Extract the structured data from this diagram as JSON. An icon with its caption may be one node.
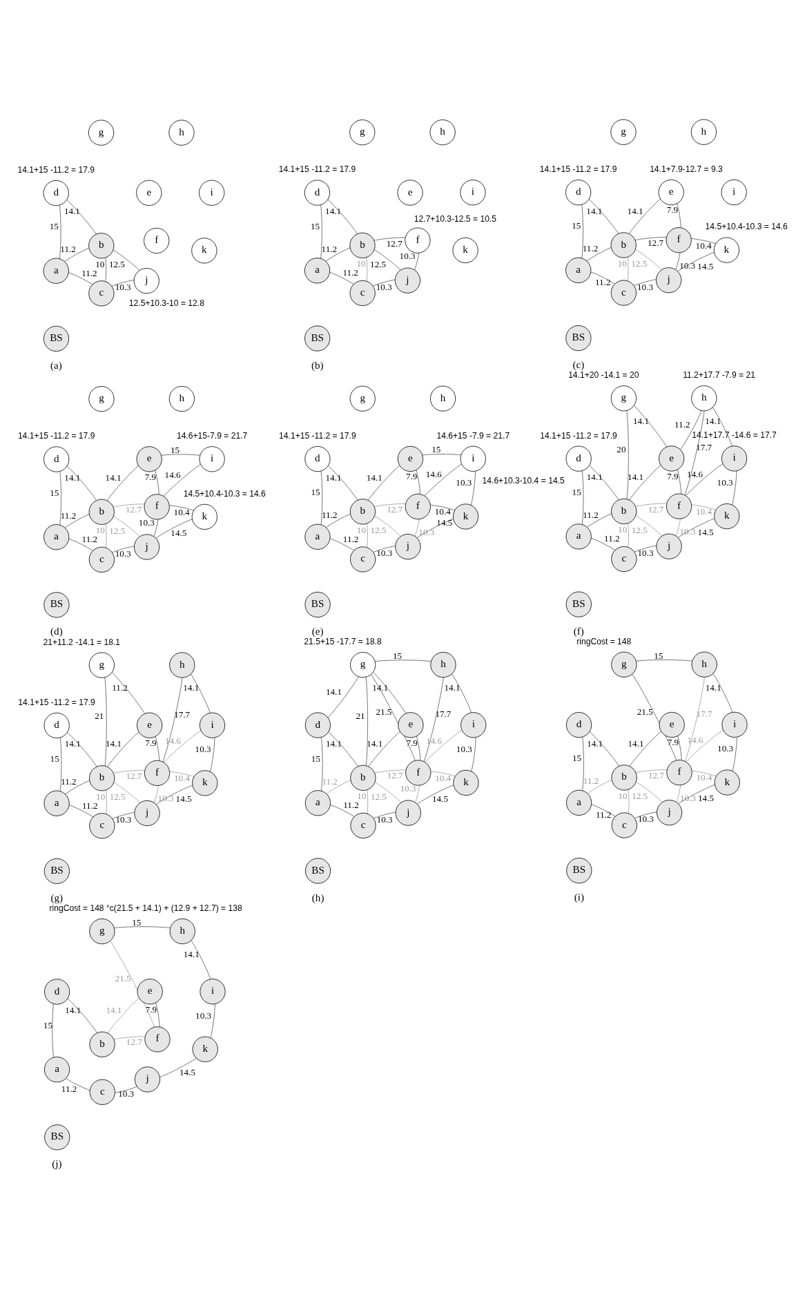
{
  "diagram": {
    "nodes": [
      {
        "text": [
          "g"
        ]
      },
      {
        "text": [
          "h"
        ]
      },
      {
        "text": [
          "d"
        ],
        "beside": [
          "14.1+15 -11.2 = 17.9"
        ]
      },
      {
        "text": [
          "e"
        ]
      },
      {
        "text": [
          "i"
        ]
      },
      {
        "text": [
          "b"
        ]
      },
      {
        "text": [
          "f"
        ]
      },
      {
        "text": [
          "k"
        ]
      },
      {
        "text": [
          "a"
        ]
      },
      {
        "text": [
          "j"
        ],
        "beside": [
          "12.5+10.3-10 = 12.8"
        ]
      },
      {
        "text": [
          "c"
        ]
      },
      {
        "text": [
          "BS"
        ]
      },
      {
        "text": [
          "g"
        ]
      },
      {
        "text": [
          "h"
        ]
      },
      {
        "text": [
          "d"
        ],
        "beside": [
          "14.1+15 -11.2 = 17.9"
        ]
      },
      {
        "text": [
          "e"
        ]
      },
      {
        "text": [
          "i"
        ]
      },
      {
        "text": [
          "b"
        ]
      },
      {
        "text": [
          "f"
        ],
        "beside": [
          "12.7+10.3-12.5 = 10.5"
        ]
      },
      {
        "text": [
          "k"
        ]
      },
      {
        "text": [
          "a"
        ]
      },
      {
        "text": [
          "j"
        ]
      },
      {
        "text": [
          "c"
        ]
      },
      {
        "text": [
          "BS"
        ]
      },
      {
        "text": [
          "g"
        ]
      },
      {
        "text": [
          "h"
        ]
      },
      {
        "text": [
          "d"
        ],
        "beside": [
          "14.1+15 -11.2 = 17.9"
        ]
      },
      {
        "text": [
          "e"
        ],
        "beside": [
          "14.1+7.9-12.7 = 9.3"
        ]
      },
      {
        "text": [
          "i"
        ]
      },
      {
        "text": [
          "b"
        ]
      },
      {
        "text": [
          "f"
        ]
      },
      {
        "text": [
          "k"
        ],
        "beside": [
          "14.5+10.4-10.3 = 14.6"
        ]
      },
      {
        "text": [
          "a"
        ]
      },
      {
        "text": [
          "j"
        ]
      },
      {
        "text": [
          "c"
        ]
      },
      {
        "text": [
          "BS"
        ]
      },
      {
        "text": [
          "g"
        ]
      },
      {
        "text": [
          "h"
        ]
      },
      {
        "text": [
          "d"
        ],
        "beside": [
          "14.1+15 -11.2 = 17.9"
        ]
      },
      {
        "text": [
          "e"
        ]
      },
      {
        "text": [
          "i"
        ],
        "beside": [
          "14.6+15-7.9 = 21.7"
        ]
      },
      {
        "text": [
          "b"
        ]
      },
      {
        "text": [
          "f"
        ]
      },
      {
        "text": [
          "k"
        ],
        "beside": [
          "14.5+10.4-10.3 = 14.6"
        ]
      },
      {
        "text": [
          "a"
        ]
      },
      {
        "text": [
          "j"
        ]
      },
      {
        "text": [
          "c"
        ]
      },
      {
        "text": [
          "BS"
        ]
      },
      {
        "text": [
          "g"
        ]
      },
      {
        "text": [
          "h"
        ]
      },
      {
        "text": [
          "d"
        ],
        "beside": [
          "14.1+15 -11.2 = 17.9"
        ]
      },
      {
        "text": [
          "e"
        ]
      },
      {
        "text": [
          "i"
        ],
        "beside": [
          "14.6+15 -7.9 = 21.7",
          "14.6+10.3-10.4 = 14.5"
        ]
      },
      {
        "text": [
          "b"
        ]
      },
      {
        "text": [
          "f"
        ]
      },
      {
        "text": [
          "k"
        ]
      },
      {
        "text": [
          "a"
        ]
      },
      {
        "text": [
          "j"
        ]
      },
      {
        "text": [
          "c"
        ]
      },
      {
        "text": [
          "BS"
        ]
      },
      {
        "text": [
          "g"
        ],
        "beside": [
          "14.1+20 -14.1 = 20"
        ]
      },
      {
        "text": [
          "h"
        ],
        "beside": [
          "11.2+17.7 -7.9 = 21"
        ]
      },
      {
        "text": [
          "d"
        ],
        "beside": [
          "14.1+15 -11.2 = 17.9"
        ]
      },
      {
        "text": [
          "e"
        ]
      },
      {
        "text": [
          "i"
        ],
        "beside": [
          "14.1+17.7 -14.6 = 17.7"
        ]
      },
      {
        "text": [
          "b"
        ]
      },
      {
        "text": [
          "f"
        ]
      },
      {
        "text": [
          "k"
        ]
      },
      {
        "text": [
          "a"
        ]
      },
      {
        "text": [
          "j"
        ]
      },
      {
        "text": [
          "c"
        ]
      },
      {
        "text": [
          "BS"
        ]
      },
      {
        "text": [
          "g"
        ],
        "beside": [
          "21+11.2 -14.1 = 18.1"
        ]
      },
      {
        "text": [
          "h"
        ]
      },
      {
        "text": [
          "d"
        ],
        "beside": [
          "14.1+15 -11.2 = 17.9"
        ]
      },
      {
        "text": [
          "e"
        ]
      },
      {
        "text": [
          "i"
        ]
      },
      {
        "text": [
          "b"
        ]
      },
      {
        "text": [
          "f"
        ]
      },
      {
        "text": [
          "k"
        ]
      },
      {
        "text": [
          "a"
        ]
      },
      {
        "text": [
          "j"
        ]
      },
      {
        "text": [
          "c"
        ]
      },
      {
        "text": [
          "BS"
        ]
      },
      {
        "text": [
          "g"
        ],
        "beside": [
          "21.5+15 -17.7 = 18.8"
        ]
      },
      {
        "text": [
          "h"
        ]
      },
      {
        "text": [
          "d"
        ]
      },
      {
        "text": [
          "e"
        ]
      },
      {
        "text": [
          "i"
        ]
      },
      {
        "text": [
          "b"
        ]
      },
      {
        "text": [
          "f"
        ]
      },
      {
        "text": [
          "k"
        ]
      },
      {
        "text": [
          "a"
        ]
      },
      {
        "text": [
          "j"
        ]
      },
      {
        "text": [
          "c"
        ]
      },
      {
        "text": [
          "BS"
        ]
      },
      {
        "text": [
          "g"
        ],
        "beside": [
          "ringCost = 148"
        ]
      },
      {
        "text": [
          "h"
        ]
      },
      {
        "text": [
          "d"
        ]
      },
      {
        "text": [
          "e"
        ]
      },
      {
        "text": [
          "i"
        ]
      },
      {
        "text": [
          "b"
        ]
      },
      {
        "text": [
          "f"
        ]
      },
      {
        "text": [
          "k"
        ]
      },
      {
        "text": [
          "a"
        ]
      },
      {
        "text": [
          "j"
        ]
      },
      {
        "text": [
          "c"
        ]
      },
      {
        "text": [
          "BS"
        ]
      },
      {
        "text": [
          "g"
        ],
        "beside": [
          "ringCost = 148 °c(21.5 + 14.1) + (12.9 + 12.7) = 138"
        ]
      },
      {
        "text": [
          "h"
        ]
      },
      {
        "text": [
          "d"
        ]
      },
      {
        "text": [
          "e"
        ]
      },
      {
        "text": [
          "i"
        ]
      },
      {
        "text": [
          "b"
        ]
      },
      {
        "text": [
          "f"
        ]
      },
      {
        "text": [
          "k"
        ]
      },
      {
        "text": [
          "a"
        ]
      },
      {
        "text": [
          "j"
        ]
      },
      {
        "text": [
          "c"
        ]
      },
      {
        "text": [
          "BS"
        ]
      }
    ],
    "edges": [
      {
        "from": 2,
        "to": 8,
        "arrow": "none",
        "label": "15"
      },
      {
        "from": 2,
        "to": 5,
        "arrow": "none",
        "label": "14.1"
      },
      {
        "from": 8,
        "to": 5,
        "arrow": "none",
        "label": "11.2"
      },
      {
        "from": 8,
        "to": 10,
        "arrow": "none",
        "label": "11.2"
      },
      {
        "from": 5,
        "to": 10,
        "arrow": "none",
        "label": "10"
      },
      {
        "from": 5,
        "to": 9,
        "arrow": "none",
        "label": "12.5"
      },
      {
        "from": 10,
        "to": 9,
        "arrow": "none",
        "label": "10.3"
      },
      {
        "from": 14,
        "to": 20,
        "arrow": "none",
        "label": "15"
      },
      {
        "from": 14,
        "to": 17,
        "arrow": "none",
        "label": "14.1"
      },
      {
        "from": 20,
        "to": 17,
        "arrow": "none",
        "label": "11.2"
      },
      {
        "from": 20,
        "to": 22,
        "arrow": "none",
        "label": "11.2"
      },
      {
        "from": 17,
        "to": 22,
        "arrow": "none",
        "label": "10",
        "color": "#999999"
      },
      {
        "from": 17,
        "to": 21,
        "arrow": "none",
        "label": "12.5"
      },
      {
        "from": 22,
        "to": 21,
        "arrow": "none",
        "label": "10.3"
      },
      {
        "from": 17,
        "to": 18,
        "arrow": "none",
        "label": "12.7"
      },
      {
        "from": 18,
        "to": 21,
        "arrow": "none",
        "label": "10.3"
      },
      {
        "from": 26,
        "to": 32,
        "arrow": "none",
        "label": "15"
      },
      {
        "from": 26,
        "to": 29,
        "arrow": "none",
        "label": "14.1"
      },
      {
        "from": 32,
        "to": 29,
        "arrow": "none",
        "label": "11.2"
      },
      {
        "from": 32,
        "to": 34,
        "arrow": "none",
        "label": "11.2"
      },
      {
        "from": 29,
        "to": 34,
        "arrow": "none",
        "label": "10",
        "color": "#999999"
      },
      {
        "from": 29,
        "to": 33,
        "arrow": "none",
        "label": "12.5",
        "color": "#999999"
      },
      {
        "from": 34,
        "to": 33,
        "arrow": "none",
        "label": "10.3"
      },
      {
        "from": 29,
        "to": 30,
        "arrow": "none",
        "label": "12.7"
      },
      {
        "from": 30,
        "to": 33,
        "arrow": "none",
        "label": "10.3"
      },
      {
        "from": 29,
        "to": 27,
        "arrow": "none",
        "label": "14.1"
      },
      {
        "from": 27,
        "to": 30,
        "arrow": "none",
        "label": "7.9"
      },
      {
        "from": 30,
        "to": 31,
        "arrow": "none",
        "label": "10.4"
      },
      {
        "from": 33,
        "to": 31,
        "arrow": "none",
        "label": "14.5"
      },
      {
        "from": 38,
        "to": 44,
        "arrow": "none",
        "label": "15"
      },
      {
        "from": 38,
        "to": 41,
        "arrow": "none",
        "label": "14.1"
      },
      {
        "from": 44,
        "to": 41,
        "arrow": "none",
        "label": "11.2"
      },
      {
        "from": 44,
        "to": 46,
        "arrow": "none",
        "label": "11.2"
      },
      {
        "from": 41,
        "to": 46,
        "arrow": "none",
        "label": "10",
        "color": "#999999"
      },
      {
        "from": 41,
        "to": 45,
        "arrow": "none",
        "label": "12.5",
        "color": "#999999"
      },
      {
        "from": 46,
        "to": 45,
        "arrow": "none",
        "label": "10.3"
      },
      {
        "from": 41,
        "to": 42,
        "arrow": "none",
        "label": "12.7",
        "color": "#999999"
      },
      {
        "from": 42,
        "to": 45,
        "arrow": "none",
        "label": "10.3"
      },
      {
        "from": 41,
        "to": 39,
        "arrow": "none",
        "label": "14.1"
      },
      {
        "from": 39,
        "to": 42,
        "arrow": "none",
        "label": "7.9"
      },
      {
        "from": 42,
        "to": 43,
        "arrow": "none",
        "label": "10.4"
      },
      {
        "from": 45,
        "to": 43,
        "arrow": "none",
        "label": "14.5"
      },
      {
        "from": 39,
        "to": 40,
        "arrow": "none",
        "label": "15"
      },
      {
        "from": 42,
        "to": 40,
        "arrow": "none",
        "label": "14.6"
      },
      {
        "from": 50,
        "to": 56,
        "arrow": "none",
        "label": "15"
      },
      {
        "from": 50,
        "to": 53,
        "arrow": "none",
        "label": "14.1"
      },
      {
        "from": 56,
        "to": 53,
        "arrow": "none",
        "label": "11.2"
      },
      {
        "from": 56,
        "to": 58,
        "arrow": "none",
        "label": "11.2"
      },
      {
        "from": 53,
        "to": 58,
        "arrow": "none",
        "label": "10",
        "color": "#999999"
      },
      {
        "from": 53,
        "to": 57,
        "arrow": "none",
        "label": "12.5",
        "color": "#999999"
      },
      {
        "from": 58,
        "to": 57,
        "arrow": "none",
        "label": "10.3"
      },
      {
        "from": 53,
        "to": 54,
        "arrow": "none",
        "label": "12.7",
        "color": "#999999"
      },
      {
        "from": 54,
        "to": 57,
        "arrow": "none",
        "label": "10.3",
        "color": "#999999"
      },
      {
        "from": 53,
        "to": 51,
        "arrow": "none",
        "label": "14.1"
      },
      {
        "from": 51,
        "to": 54,
        "arrow": "none",
        "label": "7.9"
      },
      {
        "from": 54,
        "to": 55,
        "arrow": "none",
        "label": "10.4"
      },
      {
        "from": 57,
        "to": 55,
        "arrow": "none",
        "label": "14.5"
      },
      {
        "from": 51,
        "to": 52,
        "arrow": "none",
        "label": "15"
      },
      {
        "from": 54,
        "to": 52,
        "arrow": "none",
        "label": "14.6"
      },
      {
        "from": 52,
        "to": 55,
        "arrow": "none",
        "label": "10.3"
      },
      {
        "from": 62,
        "to": 68,
        "arrow": "none",
        "label": "15"
      },
      {
        "from": 62,
        "to": 65,
        "arrow": "none",
        "label": "14.1"
      },
      {
        "from": 68,
        "to": 65,
        "arrow": "none",
        "label": "11.2"
      },
      {
        "from": 68,
        "to": 70,
        "arrow": "none",
        "label": "11.2"
      },
      {
        "from": 65,
        "to": 70,
        "arrow": "none",
        "label": "10",
        "color": "#999999"
      },
      {
        "from": 65,
        "to": 69,
        "arrow": "none",
        "label": "12.5",
        "color": "#999999"
      },
      {
        "from": 70,
        "to": 69,
        "arrow": "none",
        "label": "10.3"
      },
      {
        "from": 65,
        "to": 66,
        "arrow": "none",
        "label": "12.7",
        "color": "#999999"
      },
      {
        "from": 66,
        "to": 69,
        "arrow": "none",
        "label": "10.3",
        "color": "#999999"
      },
      {
        "from": 65,
        "to": 63,
        "arrow": "none",
        "label": "14.1"
      },
      {
        "from": 63,
        "to": 66,
        "arrow": "none",
        "label": "7.9"
      },
      {
        "from": 66,
        "to": 67,
        "arrow": "none",
        "label": "10.4",
        "color": "#999999"
      },
      {
        "from": 69,
        "to": 67,
        "arrow": "none",
        "label": "14.5"
      },
      {
        "from": 66,
        "to": 64,
        "arrow": "none",
        "label": "14.6"
      },
      {
        "from": 64,
        "to": 67,
        "arrow": "none",
        "label": "10.3"
      },
      {
        "from": 60,
        "to": 65,
        "arrow": "none",
        "label": "20"
      },
      {
        "from": 60,
        "to": 63,
        "arrow": "none",
        "label": "14.1"
      },
      {
        "from": 61,
        "to": 63,
        "arrow": "none",
        "label": "11.2"
      },
      {
        "from": 61,
        "to": 66,
        "arrow": "none",
        "label": "17.7"
      },
      {
        "from": 61,
        "to": 64,
        "arrow": "none",
        "label": "14.1"
      },
      {
        "from": 74,
        "to": 80,
        "arrow": "none",
        "label": "15"
      },
      {
        "from": 74,
        "to": 77,
        "arrow": "none",
        "label": "14.1"
      },
      {
        "from": 80,
        "to": 77,
        "arrow": "none",
        "label": "11.2"
      },
      {
        "from": 80,
        "to": 82,
        "arrow": "none",
        "label": "11.2"
      },
      {
        "from": 77,
        "to": 82,
        "arrow": "none",
        "label": "10",
        "color": "#999999"
      },
      {
        "from": 77,
        "to": 81,
        "arrow": "none",
        "label": "12.5",
        "color": "#999999"
      },
      {
        "from": 82,
        "to": 81,
        "arrow": "none",
        "label": "10.3"
      },
      {
        "from": 77,
        "to": 78,
        "arrow": "none",
        "label": "12.7",
        "color": "#999999"
      },
      {
        "from": 78,
        "to": 81,
        "arrow": "none",
        "label": "10.3",
        "color": "#999999"
      },
      {
        "from": 77,
        "to": 75,
        "arrow": "none",
        "label": "14.1"
      },
      {
        "from": 75,
        "to": 78,
        "arrow": "none",
        "label": "7.9"
      },
      {
        "from": 78,
        "to": 79,
        "arrow": "none",
        "label": "10.4",
        "color": "#999999"
      },
      {
        "from": 81,
        "to": 79,
        "arrow": "none",
        "label": "14.5"
      },
      {
        "from": 78,
        "to": 76,
        "arrow": "none",
        "label": "14.6",
        "color": "#999999"
      },
      {
        "from": 76,
        "to": 79,
        "arrow": "none",
        "label": "10.3"
      },
      {
        "from": 72,
        "to": 77,
        "arrow": "none",
        "label": "21"
      },
      {
        "from": 72,
        "to": 75,
        "arrow": "none",
        "label": "11.2"
      },
      {
        "from": 73,
        "to": 78,
        "arrow": "none",
        "label": "17.7"
      },
      {
        "from": 73,
        "to": 76,
        "arrow": "none",
        "label": "14.1"
      },
      {
        "from": 84,
        "to": 85,
        "arrow": "none",
        "label": "15"
      },
      {
        "from": 84,
        "to": 86,
        "arrow": "none",
        "label": "14.1"
      },
      {
        "from": 84,
        "to": 89,
        "arrow": "none",
        "label": "21"
      },
      {
        "from": 84,
        "to": 87,
        "arrow": "none",
        "label": "14.1"
      },
      {
        "from": 84,
        "to": 90,
        "arrow": "none",
        "label": "21.5"
      },
      {
        "from": 86,
        "to": 92,
        "arrow": "none",
        "label": "15"
      },
      {
        "from": 86,
        "to": 89,
        "arrow": "none",
        "label": "14.1"
      },
      {
        "from": 92,
        "to": 89,
        "arrow": "none",
        "label": "11.2",
        "color": "#999999"
      },
      {
        "from": 92,
        "to": 94,
        "arrow": "none",
        "label": "11.2"
      },
      {
        "from": 89,
        "to": 94,
        "arrow": "none",
        "label": "10",
        "color": "#999999"
      },
      {
        "from": 89,
        "to": 93,
        "arrow": "none",
        "label": "12.5",
        "color": "#999999"
      },
      {
        "from": 94,
        "to": 93,
        "arrow": "none",
        "label": "10.3"
      },
      {
        "from": 89,
        "to": 90,
        "arrow": "none",
        "label": "12.7",
        "color": "#999999"
      },
      {
        "from": 90,
        "to": 93,
        "arrow": "none",
        "label": "10.3",
        "color": "#999999"
      },
      {
        "from": 89,
        "to": 87,
        "arrow": "none",
        "label": "14.1"
      },
      {
        "from": 87,
        "to": 90,
        "arrow": "none",
        "label": "7.9"
      },
      {
        "from": 90,
        "to": 91,
        "arrow": "none",
        "label": "10.4",
        "color": "#999999"
      },
      {
        "from": 93,
        "to": 91,
        "arrow": "none",
        "label": "14.5"
      },
      {
        "from": 90,
        "to": 88,
        "arrow": "none",
        "label": "14.6",
        "color": "#999999"
      },
      {
        "from": 88,
        "to": 91,
        "arrow": "none",
        "label": "10.3"
      },
      {
        "from": 85,
        "to": 90,
        "arrow": "none",
        "label": "17.7"
      },
      {
        "from": 85,
        "to": 88,
        "arrow": "none",
        "label": "14.1"
      },
      {
        "from": 96,
        "to": 97,
        "arrow": "none",
        "label": "15"
      },
      {
        "from": 96,
        "to": 102,
        "arrow": "none",
        "label": "21.5"
      },
      {
        "from": 97,
        "to": 100,
        "arrow": "none",
        "label": "14.1"
      },
      {
        "from": 100,
        "to": 103,
        "arrow": "none",
        "label": "10.3"
      },
      {
        "from": 98,
        "to": 104,
        "arrow": "none",
        "label": "15"
      },
      {
        "from": 98,
        "to": 101,
        "arrow": "none",
        "label": "14.1"
      },
      {
        "from": 104,
        "to": 101,
        "arrow": "none",
        "label": "11.2",
        "color": "#999999"
      },
      {
        "from": 104,
        "to": 106,
        "arrow": "none",
        "label": "11.2"
      },
      {
        "from": 101,
        "to": 106,
        "arrow": "none",
        "label": "10",
        "color": "#999999"
      },
      {
        "from": 101,
        "to": 105,
        "arrow": "none",
        "label": "12.5",
        "color": "#999999"
      },
      {
        "from": 106,
        "to": 105,
        "arrow": "none",
        "label": "10.3"
      },
      {
        "from": 101,
        "to": 102,
        "arrow": "none",
        "label": "12.7",
        "color": "#999999"
      },
      {
        "from": 102,
        "to": 105,
        "arrow": "none",
        "label": "10.3",
        "color": "#999999"
      },
      {
        "from": 101,
        "to": 99,
        "arrow": "none",
        "label": "14.1"
      },
      {
        "from": 99,
        "to": 102,
        "arrow": "none",
        "label": "7.9"
      },
      {
        "from": 102,
        "to": 103,
        "arrow": "none",
        "label": "10.4",
        "color": "#999999"
      },
      {
        "from": 105,
        "to": 103,
        "arrow": "none",
        "label": "14.5"
      },
      {
        "from": 102,
        "to": 100,
        "arrow": "none",
        "label": "14.6",
        "color": "#999999"
      },
      {
        "from": 97,
        "to": 102,
        "arrow": "none",
        "label": "17.7",
        "color": "#999999"
      },
      {
        "from": 108,
        "to": 109,
        "arrow": "none",
        "label": "15"
      },
      {
        "from": 109,
        "to": 112,
        "arrow": "none",
        "label": "14.1"
      },
      {
        "from": 112,
        "to": 115,
        "arrow": "none",
        "label": "10.3"
      },
      {
        "from": 115,
        "to": 117,
        "arrow": "none",
        "label": "14.5"
      },
      {
        "from": 117,
        "to": 118,
        "arrow": "none",
        "label": "10.3"
      },
      {
        "from": 118,
        "to": 116,
        "arrow": "none",
        "label": "11.2"
      },
      {
        "from": 116,
        "to": 110,
        "arrow": "none",
        "label": "15"
      },
      {
        "from": 110,
        "to": 113,
        "arrow": "none",
        "label": "14.1"
      },
      {
        "from": 113,
        "to": 114,
        "arrow": "none",
        "label": "12.7",
        "color": "#999999"
      },
      {
        "from": 113,
        "to": 111,
        "arrow": "none",
        "label": "14.1",
        "color": "#999999"
      },
      {
        "from": 111,
        "to": 114,
        "arrow": "none",
        "label": "7.9"
      },
      {
        "from": 108,
        "to": 114,
        "arrow": "none",
        "label": "21.5",
        "color": "#999999"
      }
    ],
    "labels": [
      "(a)",
      "(b)",
      "(c)",
      "(d)",
      "(e)",
      "(f)",
      "(g)",
      "(h)",
      "(i)",
      "(j)"
    ]
  }
}
